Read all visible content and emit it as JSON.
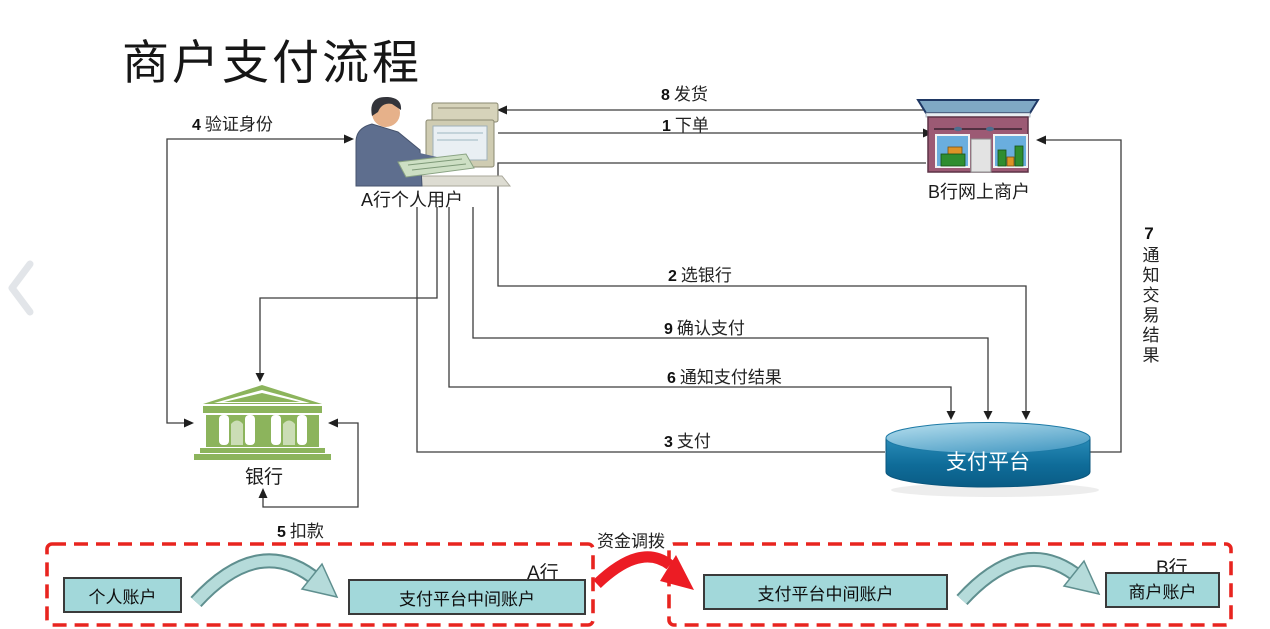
{
  "title": "商户支付流程",
  "nav": {
    "prev_icon": "chevron-left"
  },
  "nodes": {
    "user": {
      "label": "A行个人用户"
    },
    "merchant": {
      "label": "B行网上商户"
    },
    "bank": {
      "label": "银行"
    },
    "platform": {
      "label": "支付平台"
    }
  },
  "flows": [
    {
      "num": "1",
      "text": "下单"
    },
    {
      "num": "2",
      "text": "选银行"
    },
    {
      "num": "3",
      "text": "支付"
    },
    {
      "num": "4",
      "text": "验证身份"
    },
    {
      "num": "5",
      "text": "扣款"
    },
    {
      "num": "6",
      "text": "通知支付结果"
    },
    {
      "num": "7",
      "text": "通知交易结果"
    },
    {
      "num": "8",
      "text": "发货"
    },
    {
      "num": "9",
      "text": "确认支付"
    }
  ],
  "settlement": {
    "transfer_label": "资金调拨",
    "bank_a": {
      "tag": "A行",
      "accounts": [
        "个人账户",
        "支付平台中间账户"
      ]
    },
    "bank_b": {
      "tag": "B行",
      "accounts": [
        "支付平台中间账户",
        "商户账户"
      ]
    }
  },
  "colors": {
    "line": "#3c3c3c",
    "dashed_zone": "#e8241f",
    "account_box_fill": "#a2d8da",
    "fund_arrow_fill": "#b5dbda",
    "transfer_arrow": "#ec1c24",
    "bank_icon_green": "#8cb45c",
    "shop_facade": "#9c5a74",
    "shop_awning": "#7fa8c4",
    "cylinder_top": "#8ecbe4",
    "cylinder_body": "#0f6c99",
    "chevron_gray": "#e2e5e9"
  }
}
